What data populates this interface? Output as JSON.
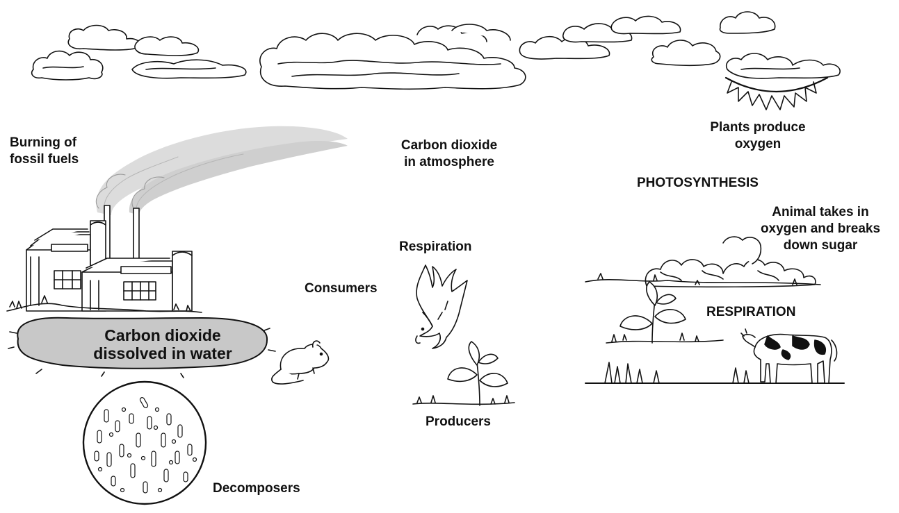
{
  "labels": {
    "burning": [
      "Burning of",
      "fossil fuels"
    ],
    "co2_atmosphere": [
      "Carbon dioxide",
      "in atmosphere"
    ],
    "plants_produce": [
      "Plants produce",
      "oxygen"
    ],
    "photosynthesis": "PHOTOSYNTHESIS",
    "animal_takes": [
      "Animal takes in",
      "oxygen and breaks",
      "down sugar"
    ],
    "respiration_upper": "RESPIRATION",
    "respiration": "Respiration",
    "consumers": "Consumers",
    "producers": "Producers",
    "decomposers": "Decomposers",
    "co2_water": [
      "Carbon dioxide",
      "dissolved in water"
    ]
  },
  "colors": {
    "ink": "#111111",
    "water": "#c8c8c8",
    "smoke": "#d9d9d9"
  },
  "icons": [
    "cloud-icon",
    "sun-icon",
    "factory-icon",
    "smoke-icon",
    "water-pool-icon",
    "rat-icon",
    "bacteria-circle-icon",
    "eagle-icon",
    "plant-icon",
    "cow-icon",
    "trees-icon",
    "grass-icon"
  ]
}
